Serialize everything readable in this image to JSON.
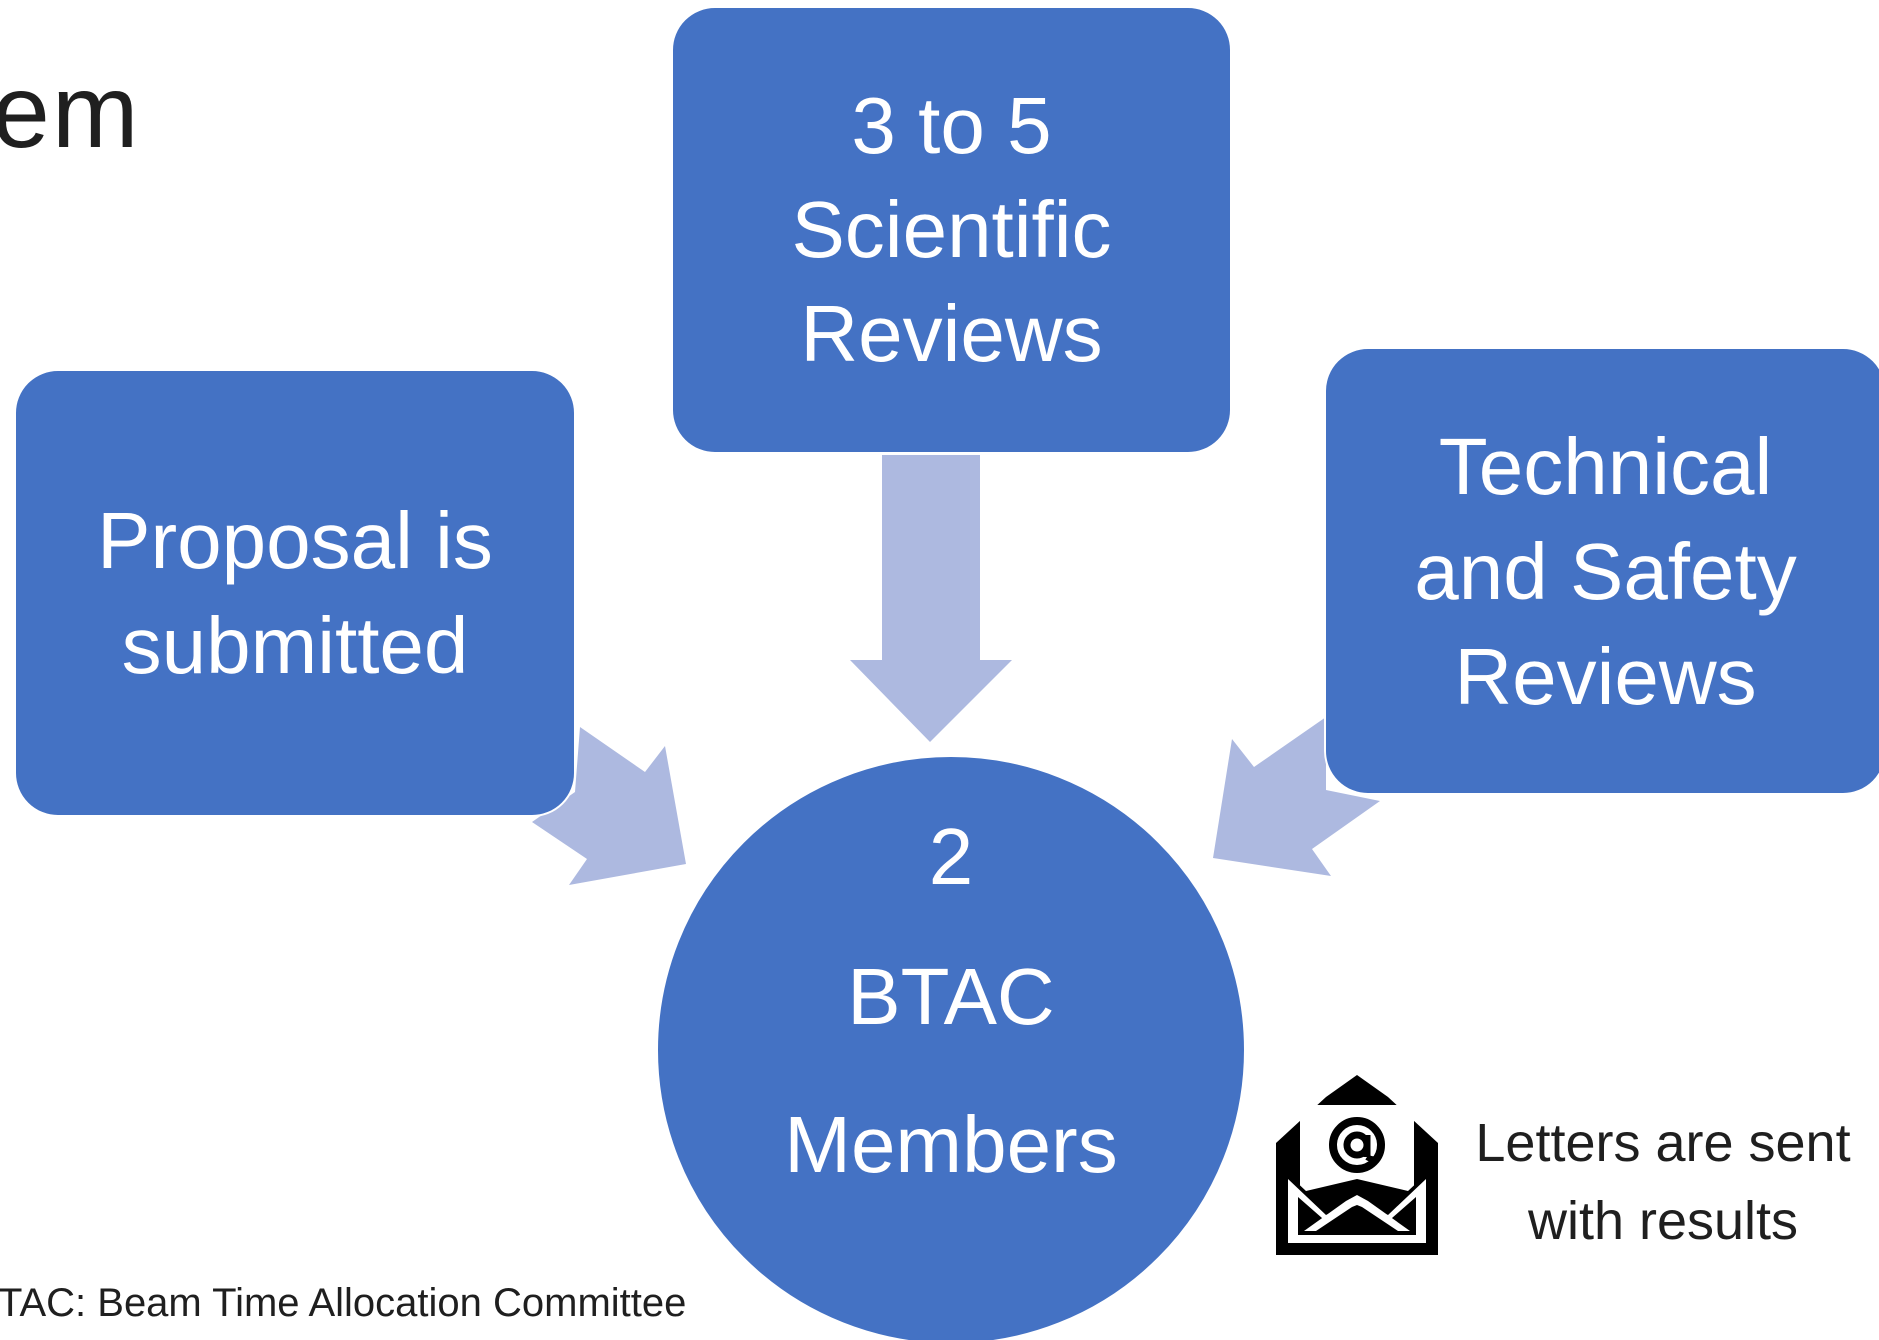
{
  "slide": {
    "title_fragment": "em",
    "footnote": "TAC: Beam Time Allocation Committee"
  },
  "nodes": {
    "proposal": "Proposal is\nsubmitted",
    "scientific": "3 to 5\nScientific\nReviews",
    "technical": "Technical\nand Safety\nReviews",
    "btac": {
      "line1": "2",
      "line2": "BTAC",
      "line3": "Members"
    }
  },
  "result": {
    "icon": "email-envelope-icon",
    "text": "Letters are sent\nwith results"
  },
  "colors": {
    "node_fill": "#4472c4",
    "arrow_fill": "#adb9e0",
    "text_on_node": "#ffffff",
    "body_text": "#1f1f1f"
  }
}
